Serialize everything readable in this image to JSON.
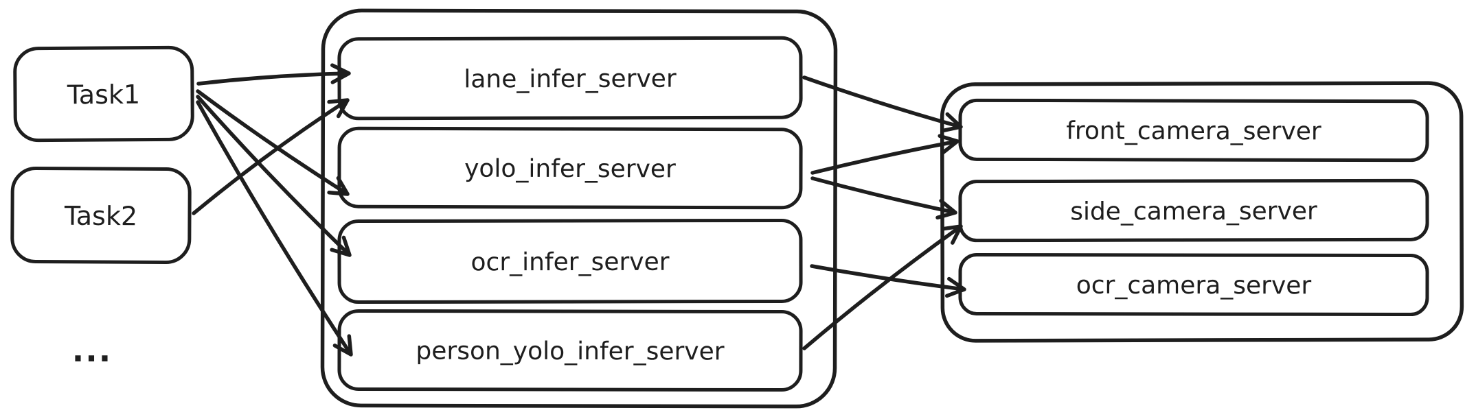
{
  "diagram": {
    "type": "flow-diagram",
    "background_color": "#ffffff",
    "stroke_color": "#1e1e1e",
    "tasks": [
      {
        "id": "Task1",
        "label": "Task1"
      },
      {
        "id": "Task2",
        "label": "Task2"
      }
    ],
    "tasks_ellipsis": "...",
    "infer_servers": [
      {
        "id": "lane_infer_server",
        "label": "lane_infer_server"
      },
      {
        "id": "yolo_infer_server",
        "label": "yolo_infer_server"
      },
      {
        "id": "ocr_infer_server",
        "label": "ocr_infer_server"
      },
      {
        "id": "person_yolo_infer_server",
        "label": "person_yolo_infer_server"
      }
    ],
    "camera_servers": [
      {
        "id": "front_camera_server",
        "label": "front_camera_server"
      },
      {
        "id": "side_camera_server",
        "label": "side_camera_server"
      },
      {
        "id": "ocr_camera_server",
        "label": "ocr_camera_server"
      }
    ],
    "edges": [
      {
        "from": "Task1",
        "to": "lane_infer_server"
      },
      {
        "from": "Task1",
        "to": "yolo_infer_server"
      },
      {
        "from": "Task1",
        "to": "ocr_infer_server"
      },
      {
        "from": "Task1",
        "to": "person_yolo_infer_server"
      },
      {
        "from": "Task2",
        "to": "lane_infer_server"
      },
      {
        "from": "lane_infer_server",
        "to": "front_camera_server"
      },
      {
        "from": "yolo_infer_server",
        "to": "front_camera_server"
      },
      {
        "from": "yolo_infer_server",
        "to": "side_camera_server"
      },
      {
        "from": "ocr_infer_server",
        "to": "ocr_camera_server"
      },
      {
        "from": "person_yolo_infer_server",
        "to": "side_camera_server"
      }
    ]
  }
}
